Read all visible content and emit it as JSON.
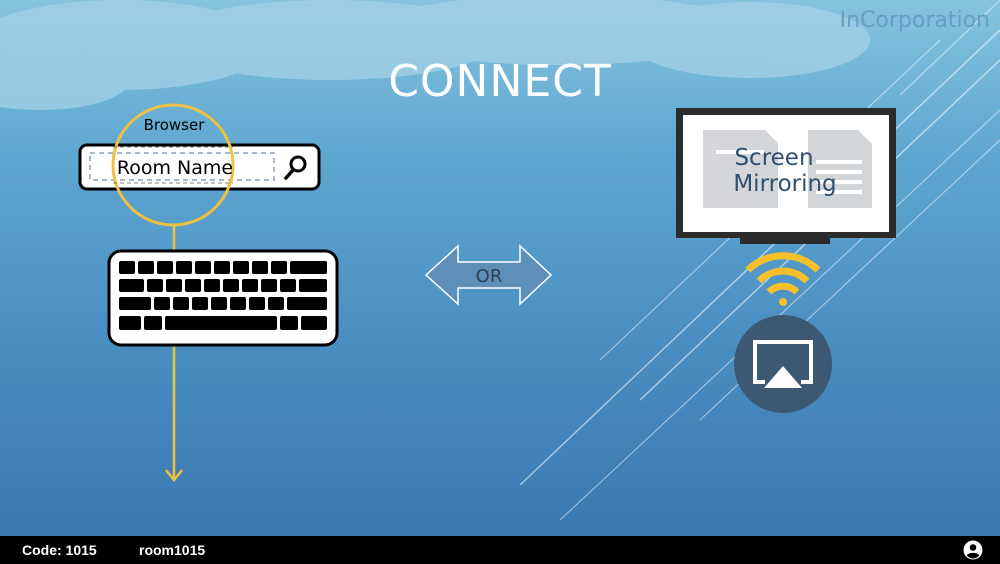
{
  "brand": "InCorporation",
  "slide": {
    "title": "CONNECT",
    "browser_label": "Browser",
    "room_placeholder": "Room Name",
    "or_label": "OR",
    "screen_line1": "Screen",
    "screen_line2": "Mirroring"
  },
  "bottom_bar": {
    "code": "Code: 1015",
    "room": "room1015"
  },
  "icons": [
    "search-icon",
    "keyboard-icon",
    "double-arrow-icon",
    "tv-icon",
    "wifi-icon",
    "airplay-icon",
    "user-icon"
  ],
  "colors": {
    "accent": "#f0c040",
    "airplay_circle": "#3d5872",
    "bar": "#000000"
  }
}
